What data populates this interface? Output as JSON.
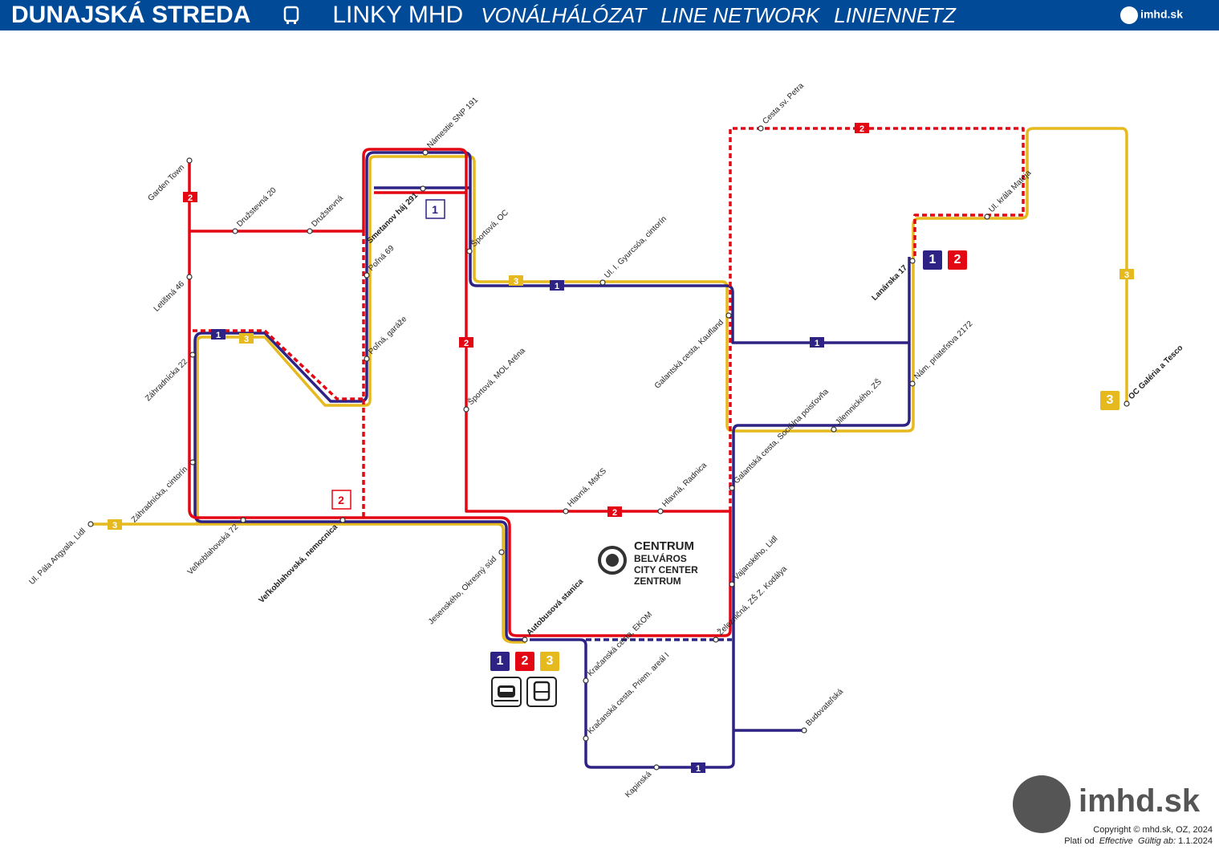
{
  "header": {
    "city": "DUNAJSKÁ STREDA",
    "bus_icon": "bus-icon",
    "title_sk": "LINKY MHD",
    "title_hu": "VONÁLHÁLÓZAT",
    "title_en": "LINE NETWORK",
    "title_de": "LINIENNETZ",
    "logo": "imhd.sk"
  },
  "colors": {
    "header": "#004a98",
    "line1": "#2e2384",
    "line2": "#e30613",
    "line3": "#e6b91e"
  },
  "lines": [
    "1",
    "2",
    "3"
  ],
  "stops": [
    "Garden Town",
    "Družstevná 20",
    "Družstevná",
    "Letištná 46",
    "Záhradnícka 22",
    "Záhradnícka, cintorín",
    "Ul. Pála Angyala, Lidl",
    "Veľkoblahovská 72",
    "Veľkoblahovská, nemocnica",
    "Námestie SNP 191",
    "Smetanov háj 291",
    "Poľná 69",
    "Poľná, garáže",
    "Športová, OC",
    "Športová, MOL Aréna",
    "Ul. I. Gyurcsóa, cintorín",
    "Cesta sv. Petra",
    "Galantská cesta, Kaufland",
    "Hlavná, MsKS",
    "Hlavná, Radnica",
    "Jesenského, Okresný súd",
    "Autobusová stanica",
    "Galantská cesta, Sociálna poisťovňa",
    "Vajanského, Lidl",
    "Kračanská cesta, EKOM",
    "Kračanská cesta, Priem. areál I",
    "Železničná, ZŠ Z. Kodálya",
    "Budovateľská",
    "Kapinská",
    "Jilemnického, ZŠ",
    "Nám. priateľstva 2172",
    "Lanárska 17",
    "Ul. krála Mateja",
    "OC Galéria a Tesco"
  ],
  "centrum": {
    "l1": "CENTRUM",
    "l2": "BELVÁROS",
    "l3": "CITY CENTER",
    "l4": "ZENTRUM"
  },
  "transfer_icons": [
    "train-icon",
    "bus-icon"
  ],
  "footer": {
    "logo": "imhd.sk",
    "copyright": "Copyright © mhd.sk, OZ, 2024",
    "valid_sk": "Platí od",
    "valid_en": "Effective",
    "valid_de": "Gültig ab:",
    "date": "1.1.2024"
  }
}
